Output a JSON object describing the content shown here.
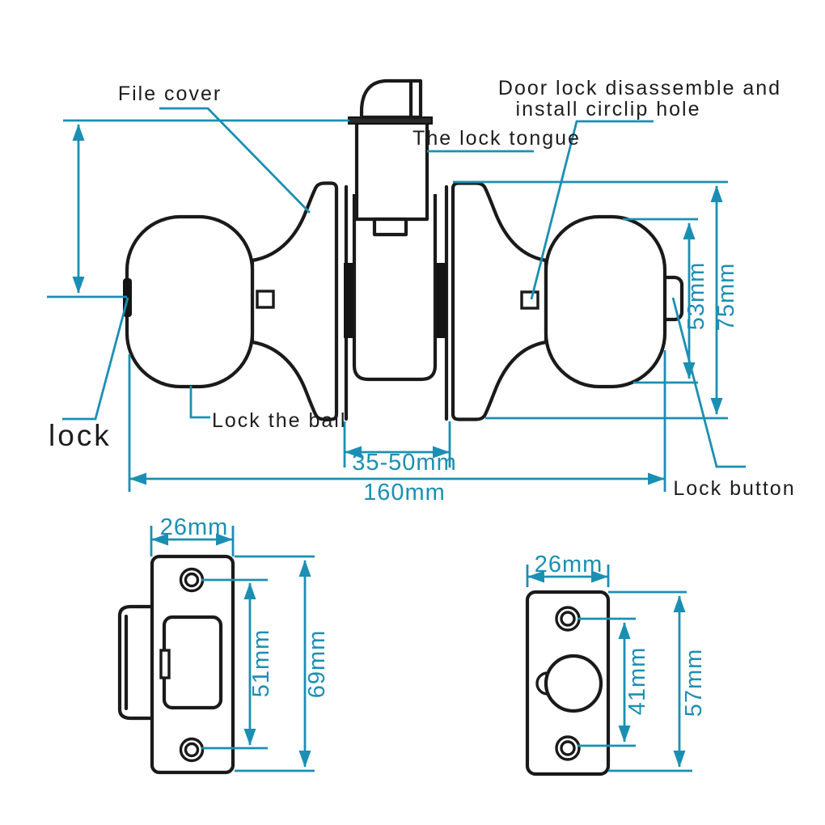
{
  "page": {
    "background": "#ffffff"
  },
  "colors": {
    "dimension_teal": "#1b8fb3",
    "outline_black": "#1a1a1a"
  },
  "main_view": {
    "labels": {
      "file_cover": "File cover",
      "door_lock_line1": "Door lock disassemble and",
      "door_lock_line2": "install circlip hole",
      "the_lock_tongue": "The lock tongue",
      "lock": "lock",
      "lock_the_ball": "Lock the ball",
      "lock_button": "Lock button"
    },
    "dimensions": {
      "backset": "35-50mm",
      "overall_length": "160mm",
      "knob_height": "53mm",
      "rose_height": "75mm"
    }
  },
  "strike_plate_view": {
    "dimensions": {
      "width": "26mm",
      "screw_spacing": "51mm",
      "height": "69mm"
    }
  },
  "latch_plate_view": {
    "dimensions": {
      "width": "26mm",
      "screw_spacing": "41mm",
      "height": "57mm"
    }
  }
}
